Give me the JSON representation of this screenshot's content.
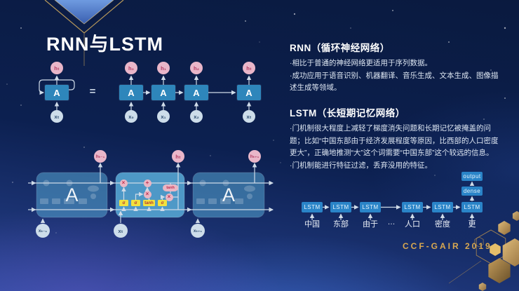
{
  "slide": {
    "title": "RNN与LSTM",
    "footer": "CCF-GAIR 2019"
  },
  "colors": {
    "accent_gold": "#d9a850",
    "cell_blue": "#2e86bb",
    "chain_blue": "#2a84c8",
    "h_circle_pink": "#e9b6c9",
    "x_circle_gray": "#cdddea",
    "gate_yellow": "#f2e13e",
    "line_gray": "#cfdbe8"
  },
  "rnn_text": {
    "heading": "RNN（循环神经网络）",
    "bullets": [
      "·相比于普通的神经网络更适用于序列数据。",
      "·成功应用于语音识别、机器翻译、音乐生成、文本生成、图像描述生成等领域。"
    ]
  },
  "lstm_text": {
    "heading": "LSTM（长短期记忆网络）",
    "bullets": [
      "·门机制很大程度上减轻了梯度消失问题和长期记忆被掩盖的问题；比如“中国东部由于经济发展程度等原因，比西部的人口密度更大”，正确地推测“大”这个词需要“中国东部”这个较远的信息。",
      "·门机制能进行特征过滤，丢弃没用的特征。"
    ]
  },
  "rnn_diagram": {
    "equals": "=",
    "single": {
      "label": "A",
      "h": "hₜ",
      "x": "xₜ"
    },
    "unrolled": [
      {
        "label": "A",
        "h": "h₀",
        "x": "x₀"
      },
      {
        "label": "A",
        "h": "h₁",
        "x": "x₁"
      },
      {
        "label": "A",
        "h": "h₂",
        "x": "x₂"
      },
      {
        "label": "A",
        "h": "hₜ",
        "x": "xₜ"
      }
    ]
  },
  "lstm_diagram": {
    "cells": [
      {
        "label": "A",
        "h": "hₜ₋₁",
        "x": "xₜ₋₁"
      },
      {
        "h": "hₜ",
        "x": "xₜ"
      },
      {
        "label": "A",
        "h": "hₜ₊₁",
        "x": "xₜ₊₁"
      }
    ],
    "gates": [
      "σ",
      "σ",
      "tanh",
      "σ"
    ],
    "ops": {
      "forget_mul": "×",
      "add": "+",
      "input_mul": "×",
      "output_tanh": "tanh",
      "output_mul": "×"
    }
  },
  "chain": {
    "box": "LSTM",
    "dense": "dense",
    "output": "output",
    "words": [
      "中国",
      "东部",
      "由于",
      "…",
      "人口",
      "密度",
      "更"
    ]
  }
}
